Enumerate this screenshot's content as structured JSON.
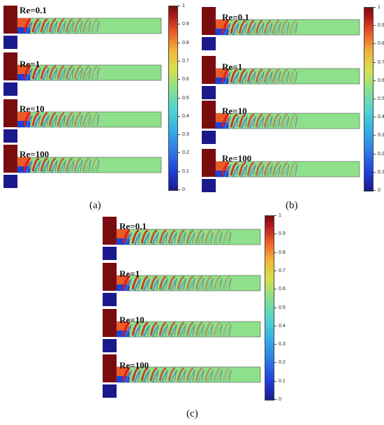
{
  "panels": [
    {
      "id": "a",
      "caption": "(a)",
      "cases": [
        "Re=0.1",
        "Re=1",
        "Re=10",
        "Re=100"
      ]
    },
    {
      "id": "b",
      "caption": "(b)",
      "cases": [
        "Re=0.1",
        "Re=1",
        "Re=10",
        "Re=100"
      ]
    },
    {
      "id": "c",
      "caption": "(c)",
      "cases": [
        "Re=0.1",
        "Re=1",
        "Re=10",
        "Re=100"
      ]
    }
  ],
  "colorbar": {
    "ticks": [
      "1",
      "0.9",
      "0.8",
      "0.7",
      "0.6",
      "0.5",
      "0.4",
      "0.3",
      "0.2",
      "0.1",
      "0"
    ],
    "colors": {
      "high": "#7a0c10",
      "mid": "#8ee08a",
      "low": "#1a1a8c"
    }
  }
}
